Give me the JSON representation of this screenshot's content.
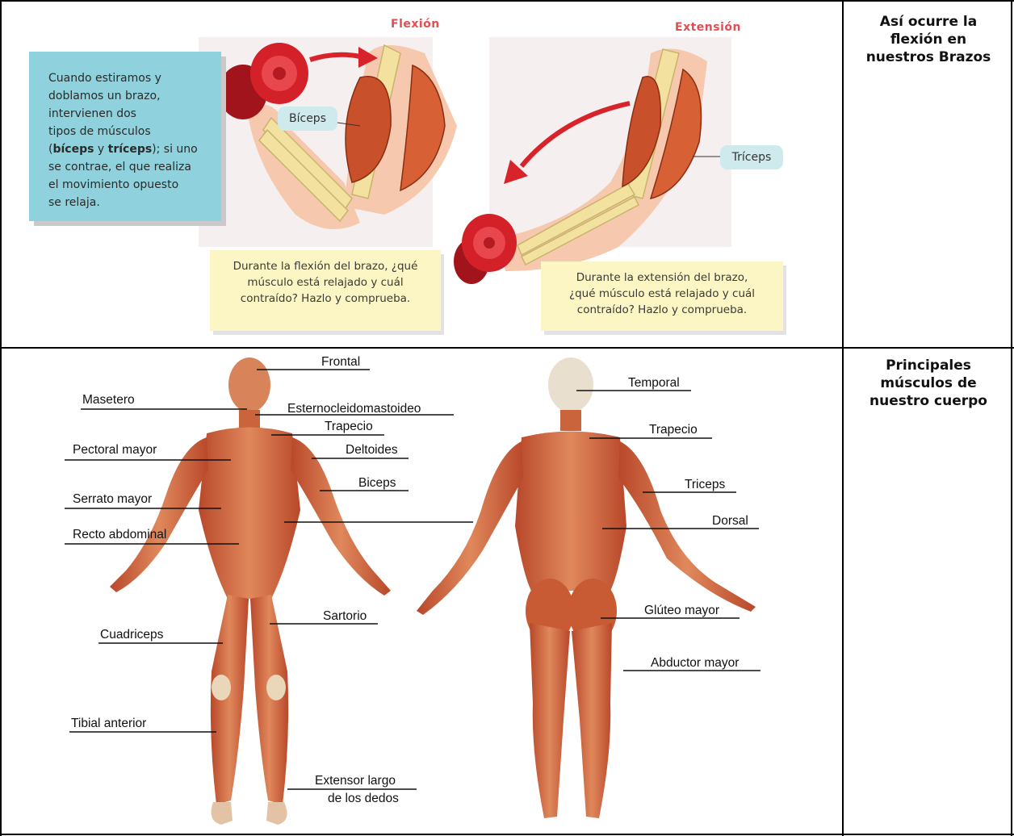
{
  "rows": [
    {
      "title_lines": [
        "Así ocurre la",
        "flexión en",
        "nuestros Brazos"
      ]
    },
    {
      "title_lines": [
        "Principales",
        "músculos de",
        "nuestro cuerpo"
      ]
    }
  ],
  "arm_diagram": {
    "flexion_label": "Flexión",
    "extension_label": "Extensión",
    "biceps_tag": "Bíceps",
    "triceps_tag": "Tríceps",
    "info_lines": [
      "Cuando estiramos y",
      "doblamos un brazo,",
      "intervienen dos",
      "tipos de músculos"
    ],
    "info_line5_pre": "(",
    "info_line5_b1": "bíceps",
    "info_line5_mid": " y ",
    "info_line5_b2": "tríceps",
    "info_line5_post": "); si uno",
    "info_lines_tail": [
      "se contrae, el que realiza",
      "el movimiento opuesto",
      "se relaja."
    ],
    "question_flexion": [
      "Durante la flexión del brazo, ¿qué",
      "músculo está relajado y cuál",
      "contraído? Hazlo y comprueba."
    ],
    "question_extension": [
      "Durante la extensión del brazo,",
      "¿qué músculo está relajado y cuál",
      "contraído? Hazlo y comprueba."
    ]
  },
  "body_diagram": {
    "front_labels": {
      "frontal": "Frontal",
      "masetero": "Masetero",
      "esternocleidomastoideo": "Esternocleidomastoideo",
      "trapecio": "Trapecio",
      "pectoral_mayor": "Pectoral mayor",
      "deltoides": "Deltoides",
      "biceps": "Biceps",
      "serrato_mayor": "Serrato mayor",
      "recto_abdominal": "Recto abdominal",
      "sartorio": "Sartorio",
      "cuadriceps": "Cuadriceps",
      "tibial_anterior": "Tibial anterior",
      "extensor_line1": "Extensor largo",
      "extensor_line2": "de los dedos"
    },
    "back_labels": {
      "temporal": "Temporal",
      "trapecio": "Trapecio",
      "triceps": "Triceps",
      "dorsal": "Dorsal",
      "gluteo_mayor": "Glúteo mayor",
      "abductor_mayor": "Abductor mayor"
    }
  },
  "colors": {
    "info_box": "#8fd2dd",
    "question_box": "#fbf6c4",
    "label_red": "#e44c52",
    "muscle": "#c8502a",
    "bone": "#f3e1a0",
    "dumbbell": "#d42028"
  }
}
